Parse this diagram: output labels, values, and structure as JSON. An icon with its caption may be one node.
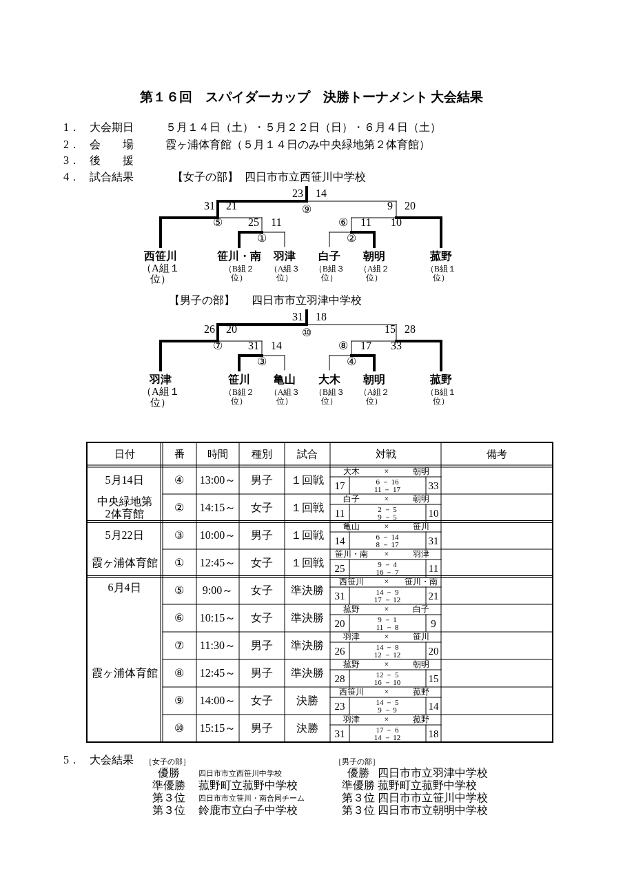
{
  "diagram": {
    "title": "第１６回　スパイダーカップ　決勝トーナメント 大会結果",
    "labels": [
      "1．",
      "大会期日",
      "５月１４日（土）・５月２２日（日）・６月４日（土）",
      "2．",
      "会　　場",
      "霞ヶ浦体育館（５月１４日のみ中央緑地第２体育館）",
      "3．",
      "後　　援",
      "4．",
      "試合結果",
      "【女子の部】",
      "四日市市立西笹川中学校",
      "23",
      "14",
      "31",
      "21",
      "⑨",
      "9",
      "20",
      "⑤",
      "25",
      "11",
      "⑥",
      "11",
      "10",
      "①",
      "②",
      "西笹川",
      "笹川・南",
      "羽津",
      "白子",
      "朝明",
      "菰野",
      "（A組１位）",
      "（B組２位）",
      "（A組３位）",
      "（B組３位）",
      "（A組２位）",
      "（B組１位）",
      "【男子の部】",
      "四日市市立羽津中学校",
      "31",
      "18",
      "26",
      "20",
      "⑩",
      "15",
      "28",
      "⑦",
      "31",
      "14",
      "⑧",
      "17",
      "33",
      "③",
      "④",
      "羽津",
      "笹川",
      "亀山",
      "大木",
      "朝明",
      "菰野",
      "（A組１位）",
      "（B組２位）",
      "（A組３位）",
      "（B組３位）",
      "（A組２位）",
      "（B組１位）",
      "日付",
      "番",
      "時間",
      "種別",
      "試合",
      "対戦",
      "備考",
      "5月14日",
      "④",
      "13:00～",
      "男子",
      "１回戦",
      "大木",
      "×",
      "朝明",
      "17",
      "6 － 16",
      "11 － 17",
      "33",
      "中央緑地第2体育館",
      "②",
      "14:15～",
      "女子",
      "１回戦",
      "白子",
      "×",
      "朝明",
      "11",
      "2 － 5",
      "9 － 5",
      "10",
      "5月22日",
      "③",
      "10:00～",
      "男子",
      "１回戦",
      "亀山",
      "×",
      "笹川",
      "14",
      "6 － 14",
      "8 － 17",
      "31",
      "霞ヶ浦体育館",
      "①",
      "12:45～",
      "女子",
      "１回戦",
      "笹川・南",
      "×",
      "羽津",
      "25",
      "9 － 4",
      "16 － 7",
      "11",
      "6月4日",
      "⑤",
      "9:00～",
      "女子",
      "準決勝",
      "西笹川",
      "×",
      "笹川・南",
      "31",
      "14 － 9",
      "17 － 12",
      "21",
      "⑥",
      "10:15～",
      "女子",
      "準決勝",
      "菰野",
      "×",
      "白子",
      "20",
      "9 － 1",
      "11 － 8",
      "9",
      "⑦",
      "11:30～",
      "男子",
      "準決勝",
      "羽津",
      "×",
      "笹川",
      "26",
      "14 － 8",
      "12 － 12",
      "20",
      "霞ヶ浦体育館",
      "⑧",
      "12:45～",
      "男子",
      "準決勝",
      "菰野",
      "×",
      "朝明",
      "28",
      "12 － 5",
      "16 － 10",
      "15",
      "⑨",
      "14:00～",
      "女子",
      "決勝",
      "西笹川",
      "×",
      "菰野",
      "23",
      "14 － 5",
      "9 － 9",
      "14",
      "⑩",
      "15:15～",
      "男子",
      "決勝",
      "羽津",
      "×",
      "菰野",
      "31",
      "17 － 6",
      "14 － 12",
      "18",
      "5．",
      "大会結果",
      "［女子の部］",
      "［男子の部］",
      "優勝",
      "四日市市立西笹川中学校",
      "準優勝",
      "菰野町立菰野中学校",
      "第３位",
      "四日市市立笹川・南合同チーム",
      "第３位",
      "鈴鹿市立白子中学校",
      "優勝",
      "四日市市立羽津中学校",
      "準優勝",
      "菰野町立菰野中学校",
      "第３位",
      "四日市市立笹川中学校",
      "第３位",
      "四日市市立朝明中学校"
    ]
  }
}
